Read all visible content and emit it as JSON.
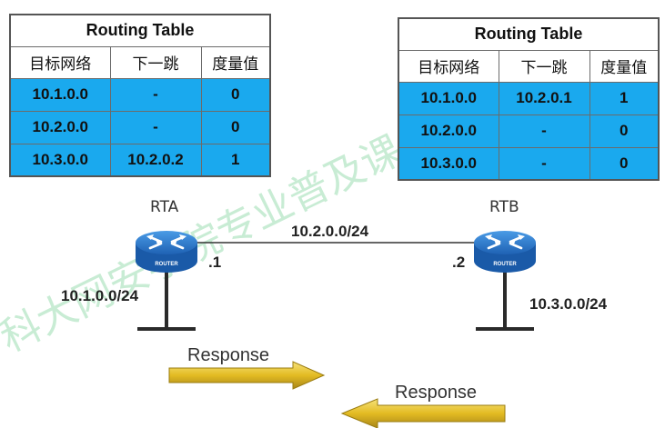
{
  "watermark": {
    "text": "科大网安学院专业普及课《网络协议",
    "color": "#c8ecd4"
  },
  "rta_table": {
    "title": "Routing Table",
    "headers": [
      "目标网络",
      "下一跳",
      "度量值"
    ],
    "rows": [
      [
        "10.1.0.0",
        "-",
        "0"
      ],
      [
        "10.2.0.0",
        "-",
        "0"
      ],
      [
        "10.3.0.0",
        "10.2.0.2",
        "1"
      ]
    ]
  },
  "rtb_table": {
    "title": "Routing Table",
    "headers": [
      "目标网络",
      "下一跳",
      "度量值"
    ],
    "rows": [
      [
        "10.1.0.0",
        "10.2.0.1",
        "1"
      ],
      [
        "10.2.0.0",
        "-",
        "0"
      ],
      [
        "10.3.0.0",
        "-",
        "0"
      ]
    ]
  },
  "routers": {
    "rta": {
      "name": "RTA",
      "badge": "ROUTER",
      "interface": ".1"
    },
    "rtb": {
      "name": "RTB",
      "badge": "ROUTER",
      "interface": ".2"
    }
  },
  "networks": {
    "link": "10.2.0.0/24",
    "left_lan": "10.1.0.0/24",
    "right_lan": "10.3.0.0/24"
  },
  "messages": {
    "response_right": "Response",
    "response_left": "Response"
  },
  "colors": {
    "table_row": "#1aa9ee",
    "router_body": "#1f72c6",
    "arrow": "#e8c22a"
  }
}
